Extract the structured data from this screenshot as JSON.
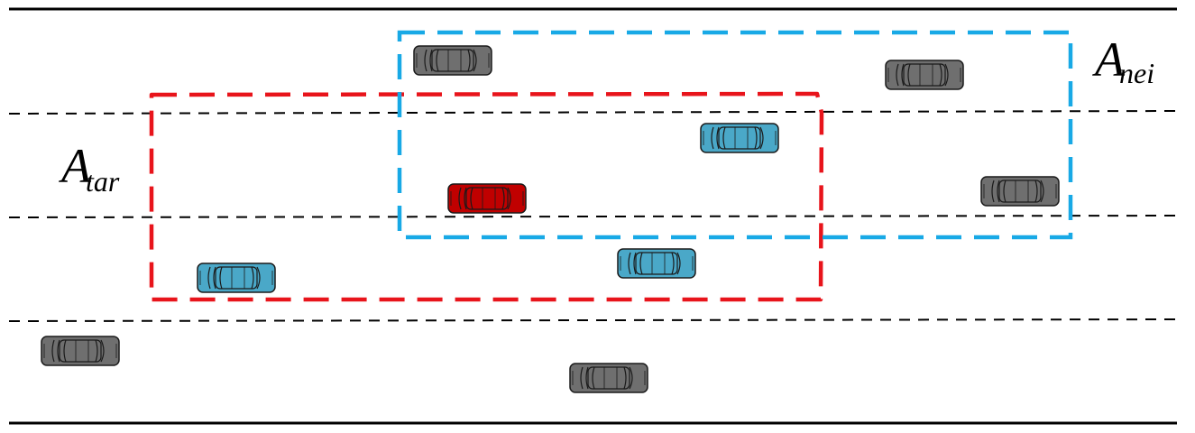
{
  "labels": {
    "target_area": {
      "main": "A",
      "sub": "tar"
    },
    "neighbor_area": {
      "main": "A",
      "sub": "nei"
    }
  },
  "colors": {
    "target_area_box": "#e8141b",
    "neighbor_area_box": "#18a9e6",
    "ego_vehicle": "#c00000",
    "area_vehicle": "#4aa8c8",
    "other_vehicle": "#6f6f6f",
    "road_edge": "#000000",
    "lane_divider": "#000000"
  },
  "vehicles": [
    {
      "role": "ego",
      "icon": "car-top-view-icon"
    },
    {
      "role": "area",
      "icon": "car-top-view-icon"
    },
    {
      "role": "area",
      "icon": "car-top-view-icon"
    },
    {
      "role": "area",
      "icon": "car-top-view-icon"
    },
    {
      "role": "other",
      "icon": "car-top-view-icon"
    },
    {
      "role": "other",
      "icon": "car-top-view-icon"
    },
    {
      "role": "other",
      "icon": "car-top-view-icon"
    },
    {
      "role": "other",
      "icon": "car-top-view-icon"
    },
    {
      "role": "other",
      "icon": "car-top-view-icon"
    }
  ]
}
